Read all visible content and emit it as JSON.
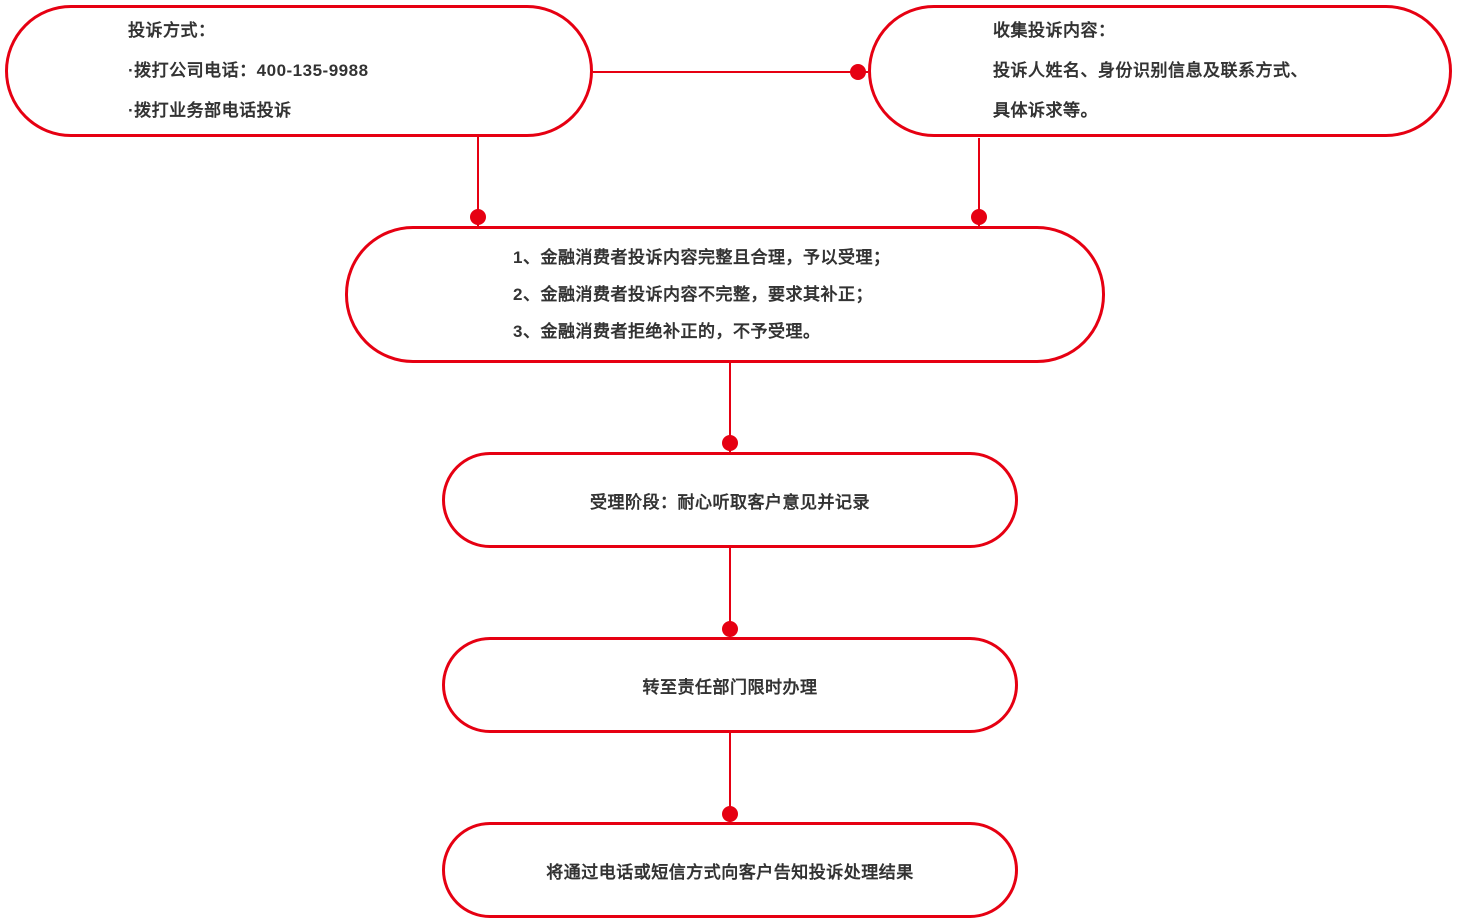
{
  "colors": {
    "accent": "#e60012",
    "text": "#333333",
    "background": "#ffffff"
  },
  "flowchart": {
    "nodes": {
      "complaint_methods": {
        "lines": [
          "投诉方式：",
          "·拨打公司电话：400-135-9988",
          "·拨打业务部电话投诉"
        ]
      },
      "collect_content": {
        "lines": [
          "收集投诉内容：",
          "投诉人姓名、身份识别信息及联系方式、",
          "具体诉求等。"
        ]
      },
      "triage_rules": {
        "lines": [
          "1、金融消费者投诉内容完整且合理，予以受理；",
          "2、金融消费者投诉内容不完整，要求其补正；",
          "3、金融消费者拒绝补正的，不予受理。"
        ]
      },
      "acceptance_stage": {
        "label": "受理阶段：耐心听取客户意见并记录"
      },
      "transfer_department": {
        "label": "转至责任部门限时办理"
      },
      "notify_result": {
        "label": "将通过电话或短信方式向客户告知投诉处理结果"
      }
    }
  }
}
